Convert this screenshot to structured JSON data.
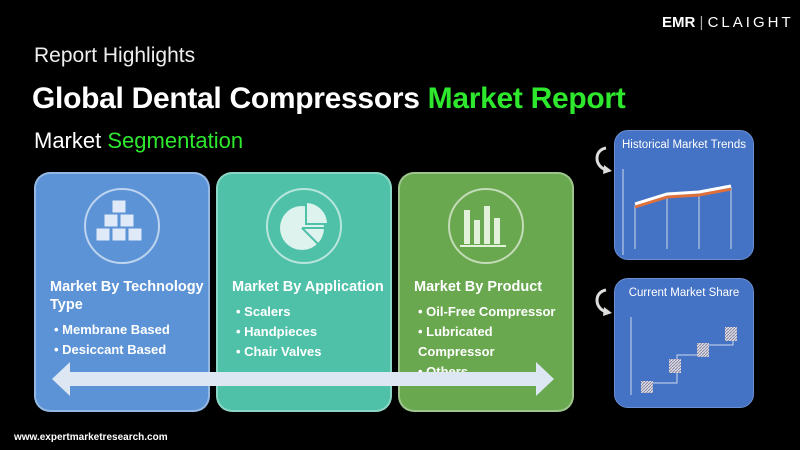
{
  "logo": {
    "left": "EMR",
    "right": "CLAIGHT"
  },
  "header": {
    "subtitle": "Report Highlights",
    "title_main": "Global Dental Compressors ",
    "title_accent": "Market Report",
    "section_main": "Market ",
    "section_accent": "Segmentation"
  },
  "cards": [
    {
      "title": "Market By Technology Type",
      "items": [
        "Membrane Based",
        "Desiccant Based"
      ],
      "icon": "boxes-icon",
      "color": "#5b93d6"
    },
    {
      "title": "Market By Application",
      "items": [
        "Scalers",
        "Handpieces",
        "Chair Valves"
      ],
      "icon": "pie-chart-icon",
      "color": "#4fc1a9"
    },
    {
      "title": "Market By Product",
      "items": [
        "Oil-Free Compressor",
        "Lubricated Compressor",
        "Others"
      ],
      "icon": "bar-chart-icon",
      "color": "#6aa84f"
    }
  ],
  "panels": {
    "historical": "Historical Market Trends",
    "share": "Current Market Share"
  },
  "footer": "www.expertmarketresearch.com"
}
